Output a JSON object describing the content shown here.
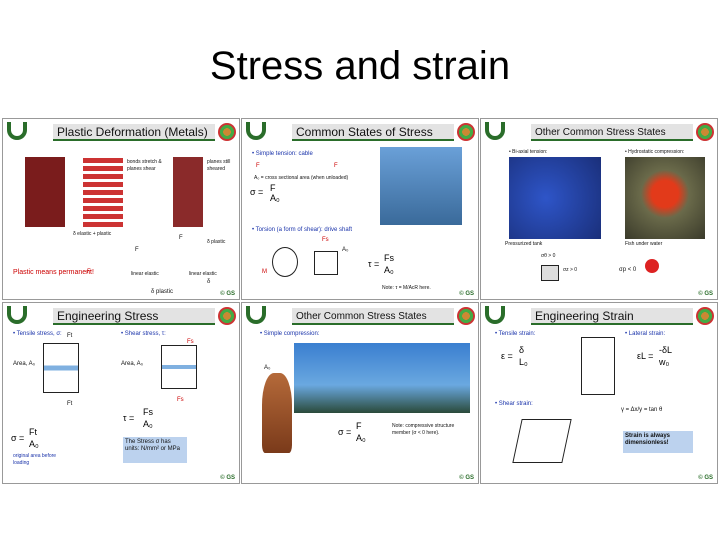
{
  "title": "Stress and strain",
  "common": {
    "footer": "© GS"
  },
  "slides": [
    {
      "title": "Plastic Deformation (Metals)",
      "labels": [
        "F",
        "F",
        "Plastic means permanent!",
        "F",
        "linear elastic",
        "linear elastic",
        "δ plastic",
        "δ",
        "planes still sheared",
        "bonds stretch & planes shear",
        "δ elastic + plastic",
        "δ plastic"
      ]
    },
    {
      "title": "Common States of Stress",
      "labels": [
        "• Simple tension: cable",
        "F",
        "F",
        "A₀ = cross sectional area (when unloaded)",
        "σ =",
        "F",
        "A₀",
        "• Torsion (a form of shear): drive shaft",
        "Fs",
        "M",
        "A₀",
        "τ =",
        "Fs",
        "A₀",
        "Note: τ = M/AcR here."
      ]
    },
    {
      "title": "Other Common Stress States",
      "labels": [
        "• Bi-axial tension:",
        "• Hydrostatic compression:",
        "Pressurized tank",
        "Fish under water",
        "σθ > 0",
        "σz > 0",
        "σp < 0"
      ]
    },
    {
      "title": "Engineering Stress",
      "labels": [
        "• Tensile stress, σ:",
        "• Shear stress, τ:",
        "Area, A₀",
        "Area, A₀",
        "Ft",
        "Ft",
        "Fs",
        "Fs",
        "σ =",
        "Ft",
        "A₀",
        "original area before loading",
        "τ =",
        "Fs",
        "A₀",
        "The Stress σ has units: N/mm² or MPa"
      ]
    },
    {
      "title": "Other Common Stress States",
      "labels": [
        "• Simple compression:",
        "A₀",
        "σ =",
        "F",
        "A₀",
        "Note: compressive structure member (σ < 0 here)."
      ]
    },
    {
      "title": "Engineering Strain",
      "labels": [
        "• Tensile strain:",
        "• Lateral strain:",
        "ε =",
        "δ",
        "L₀",
        "εL =",
        "-δL",
        "w₀",
        "• Shear strain:",
        "γ = Δx/y = tan θ",
        "Strain is always dimensionless!"
      ]
    }
  ]
}
